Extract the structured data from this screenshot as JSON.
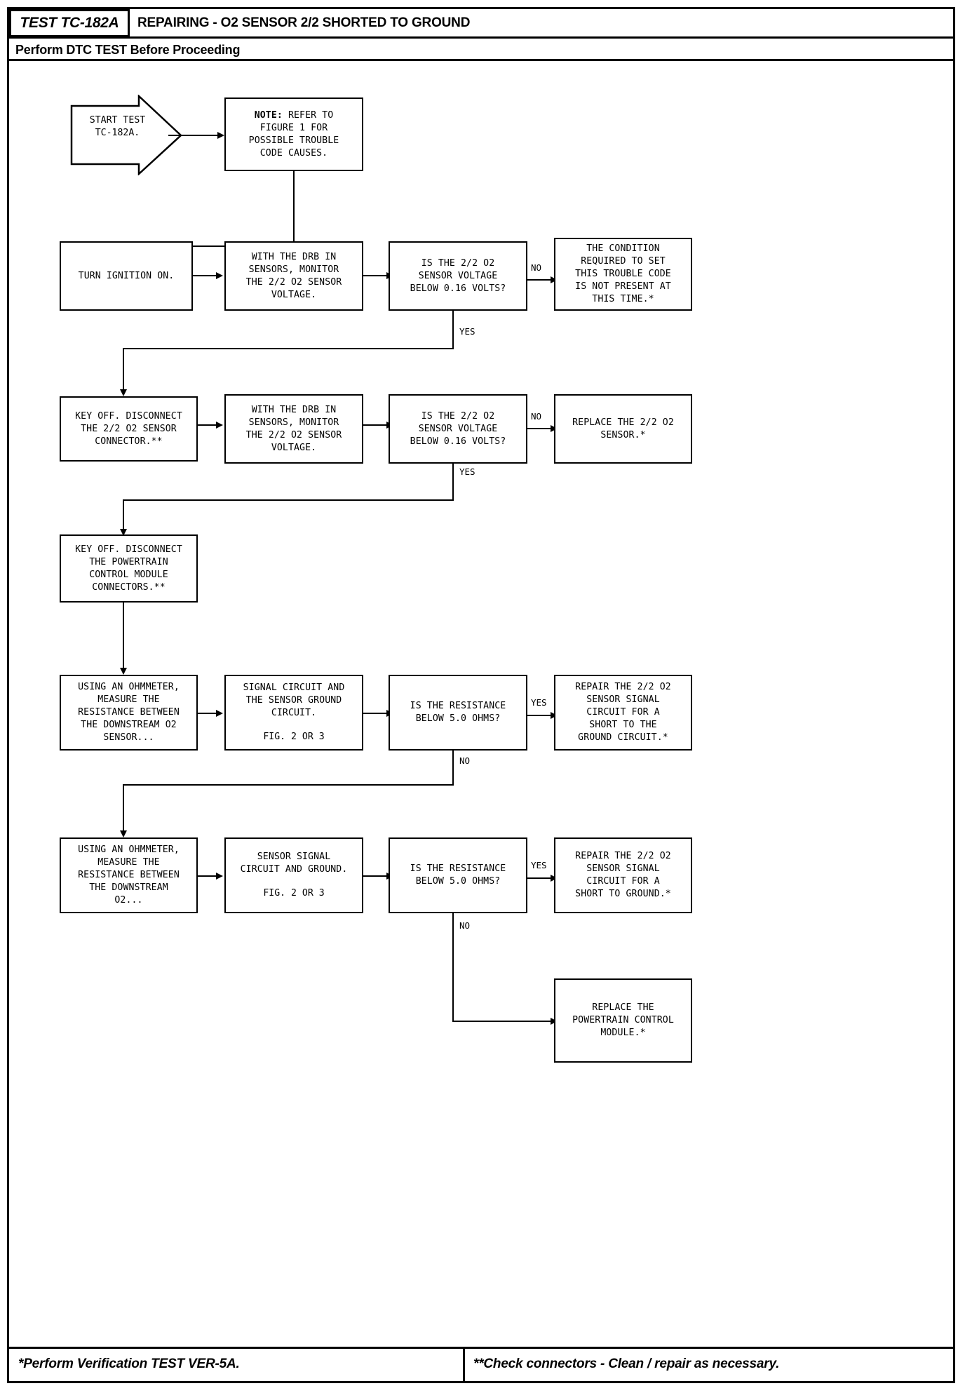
{
  "header": {
    "test_code": "TEST TC-182A",
    "title": "REPAIRING - O2 SENSOR 2/2 SHORTED TO GROUND",
    "subtitle": "Perform DTC TEST Before Proceeding"
  },
  "footer": {
    "left_note": "*Perform Verification TEST VER-5A.",
    "right_note": "**Check connectors - Clean / repair as necessary."
  },
  "nodes": {
    "start": "START TEST\nTC-182A.",
    "note": {
      "lead": "NOTE:",
      "rest": " REFER TO\nFIGURE 1 FOR\nPOSSIBLE TROUBLE\nCODE CAUSES."
    },
    "turn_ignition": "TURN IGNITION ON.",
    "drb_monitor_1": "WITH THE DRB IN\nSENSORS, MONITOR\nTHE 2/2 O2 SENSOR\nVOLTAGE.",
    "decision_voltage_1": "IS THE 2/2 O2\nSENSOR VOLTAGE\nBELOW 0.16 VOLTS?",
    "condition_not_present": "THE CONDITION\nREQUIRED TO SET\nTHIS TROUBLE CODE\nIS NOT PRESENT AT\nTHIS TIME.*",
    "key_off_sensor": "KEY OFF. DISCONNECT\nTHE 2/2 O2 SENSOR\nCONNECTOR.**",
    "drb_monitor_2": "WITH THE DRB IN\nSENSORS, MONITOR\nTHE 2/2 O2 SENSOR\nVOLTAGE.",
    "decision_voltage_2": "IS THE 2/2 O2\nSENSOR VOLTAGE\nBELOW 0.16 VOLTS?",
    "replace_sensor": "REPLACE THE 2/2 O2\nSENSOR.*",
    "key_off_pcm": "KEY OFF. DISCONNECT\nTHE POWERTRAIN\nCONTROL MODULE\nCONNECTORS.**",
    "ohmmeter_1": "USING AN OHMMETER,\nMEASURE THE\nRESISTANCE BETWEEN\nTHE DOWNSTREAM O2\nSENSOR...",
    "signal_ground_circuit": "SIGNAL CIRCUIT AND\nTHE SENSOR GROUND\nCIRCUIT.",
    "signal_ground_circuit_fig": "FIG. 2 OR 3",
    "decision_resistance_1": "IS THE RESISTANCE\nBELOW 5.0 OHMS?",
    "repair_short_ground_circuit": "REPAIR THE 2/2 O2\nSENSOR SIGNAL\nCIRCUIT FOR A\nSHORT TO THE\nGROUND CIRCUIT.*",
    "ohmmeter_2": "USING AN OHMMETER,\nMEASURE THE\nRESISTANCE BETWEEN\nTHE DOWNSTREAM\nO2...",
    "sensor_signal_ground": "SENSOR SIGNAL\nCIRCUIT AND GROUND.",
    "sensor_signal_ground_fig": "FIG. 2 OR 3",
    "decision_resistance_2": "IS THE RESISTANCE\nBELOW 5.0 OHMS?",
    "repair_short_ground": "REPAIR THE 2/2 O2\nSENSOR SIGNAL\nCIRCUIT FOR A\nSHORT TO GROUND.*",
    "replace_pcm": "REPLACE THE\nPOWERTRAIN CONTROL\nMODULE.*"
  },
  "branch_labels": {
    "no_1": "NO",
    "yes_1": "YES",
    "no_2": "NO",
    "yes_2": "YES",
    "yes_3": "YES",
    "no_3": "NO",
    "yes_4": "YES",
    "no_4": "NO"
  },
  "colors": {
    "line": "#000000",
    "background": "#ffffff"
  }
}
